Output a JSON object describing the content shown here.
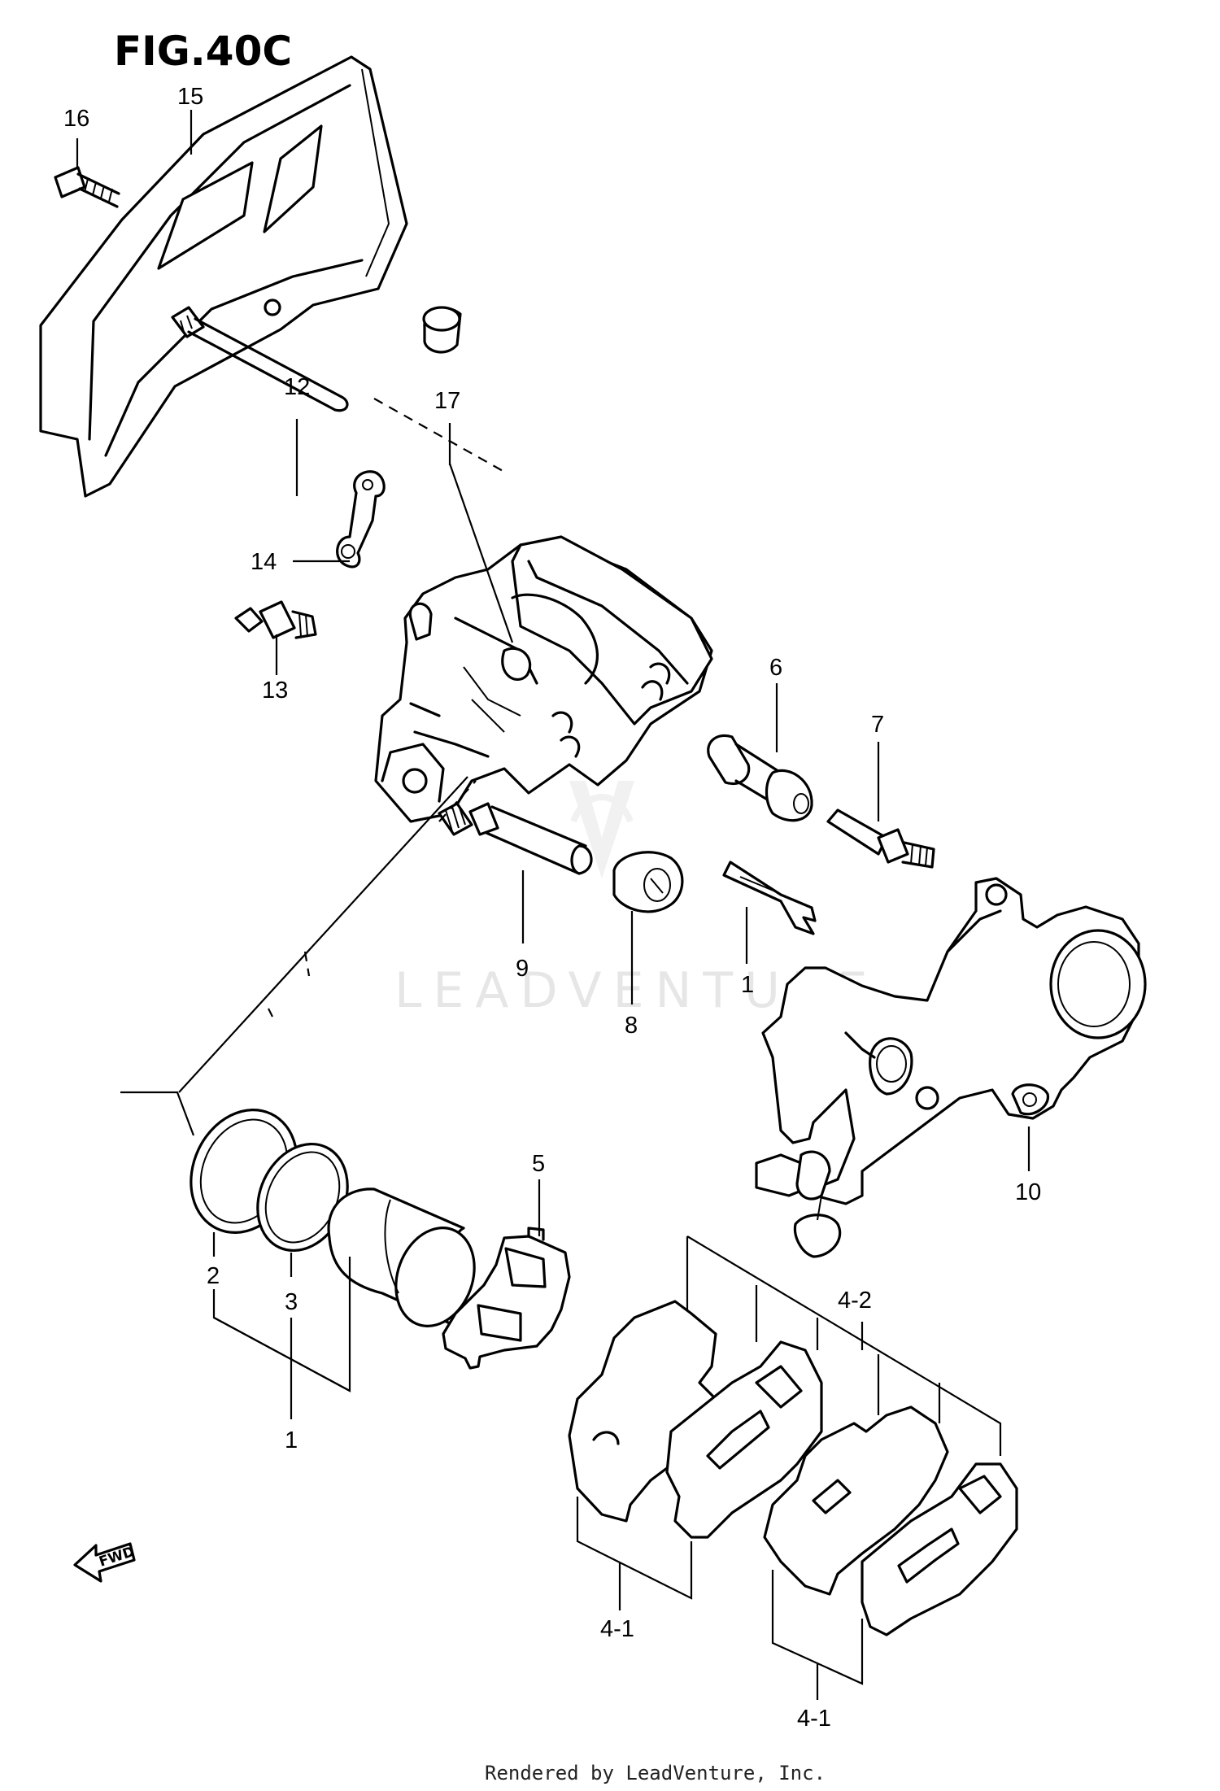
{
  "figure": {
    "title": "FIG.40C"
  },
  "watermark": "LEADVENTURE",
  "footer": "Rendered by LeadVenture, Inc.",
  "fwd_label": "FWD",
  "callouts": {
    "p16": "16",
    "p15": "15",
    "p12": "12",
    "p17": "17",
    "p14": "14",
    "p13": "13",
    "p6": "6",
    "p7": "7",
    "p9": "9",
    "p8": "8",
    "p1a": "1",
    "p10": "10",
    "p5": "5",
    "p2": "2",
    "p3": "3",
    "p1b": "1",
    "p4_2": "4-2",
    "p4_1a": "4-1",
    "p4_1b": "4-1"
  }
}
